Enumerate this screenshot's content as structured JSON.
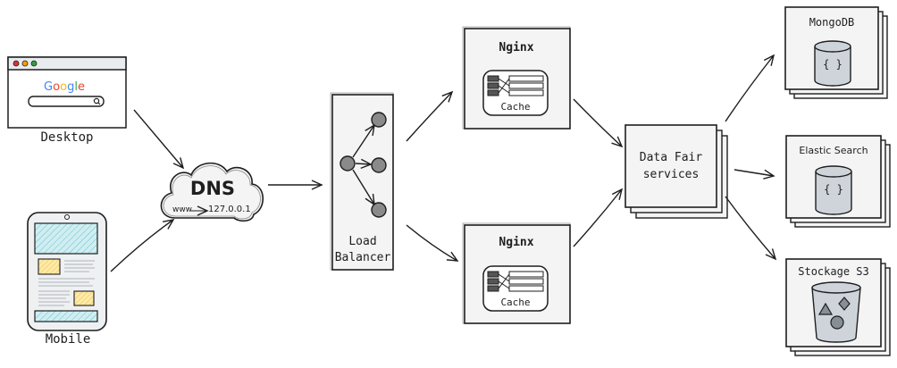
{
  "desktop": {
    "label": "Desktop",
    "browser_logo": "Google",
    "logo_colors": [
      "#4285f4",
      "#ea4335",
      "#fbbc05",
      "#4285f4",
      "#34a853",
      "#ea4335"
    ],
    "search_icon": "search-icon"
  },
  "mobile": {
    "label": "Mobile"
  },
  "dns": {
    "title": "DNS",
    "record_from": "www",
    "record_to": "127.0.0.1"
  },
  "load_balancer": {
    "label_line1": "Load",
    "label_line2": "Balancer"
  },
  "nginx_top": {
    "title": "Nginx",
    "cache_label": "Cache"
  },
  "nginx_bottom": {
    "title": "Nginx",
    "cache_label": "Cache"
  },
  "data_fair": {
    "label_line1": "Data Fair",
    "label_line2": "services"
  },
  "mongodb": {
    "title": "MongoDB",
    "glyph": "{ }"
  },
  "elastic": {
    "title": "Elastic Search",
    "glyph": "{ }"
  },
  "s3": {
    "title": "Stockage S3"
  },
  "colors": {
    "stroke": "#1e1e1e",
    "box_fill": "#f4f4f4",
    "node_fill": "#8a8a8a",
    "cylinder_fill": "#ced4da",
    "mobile_screen": "#a5d8e0",
    "mobile_card": "#ffe08a"
  }
}
